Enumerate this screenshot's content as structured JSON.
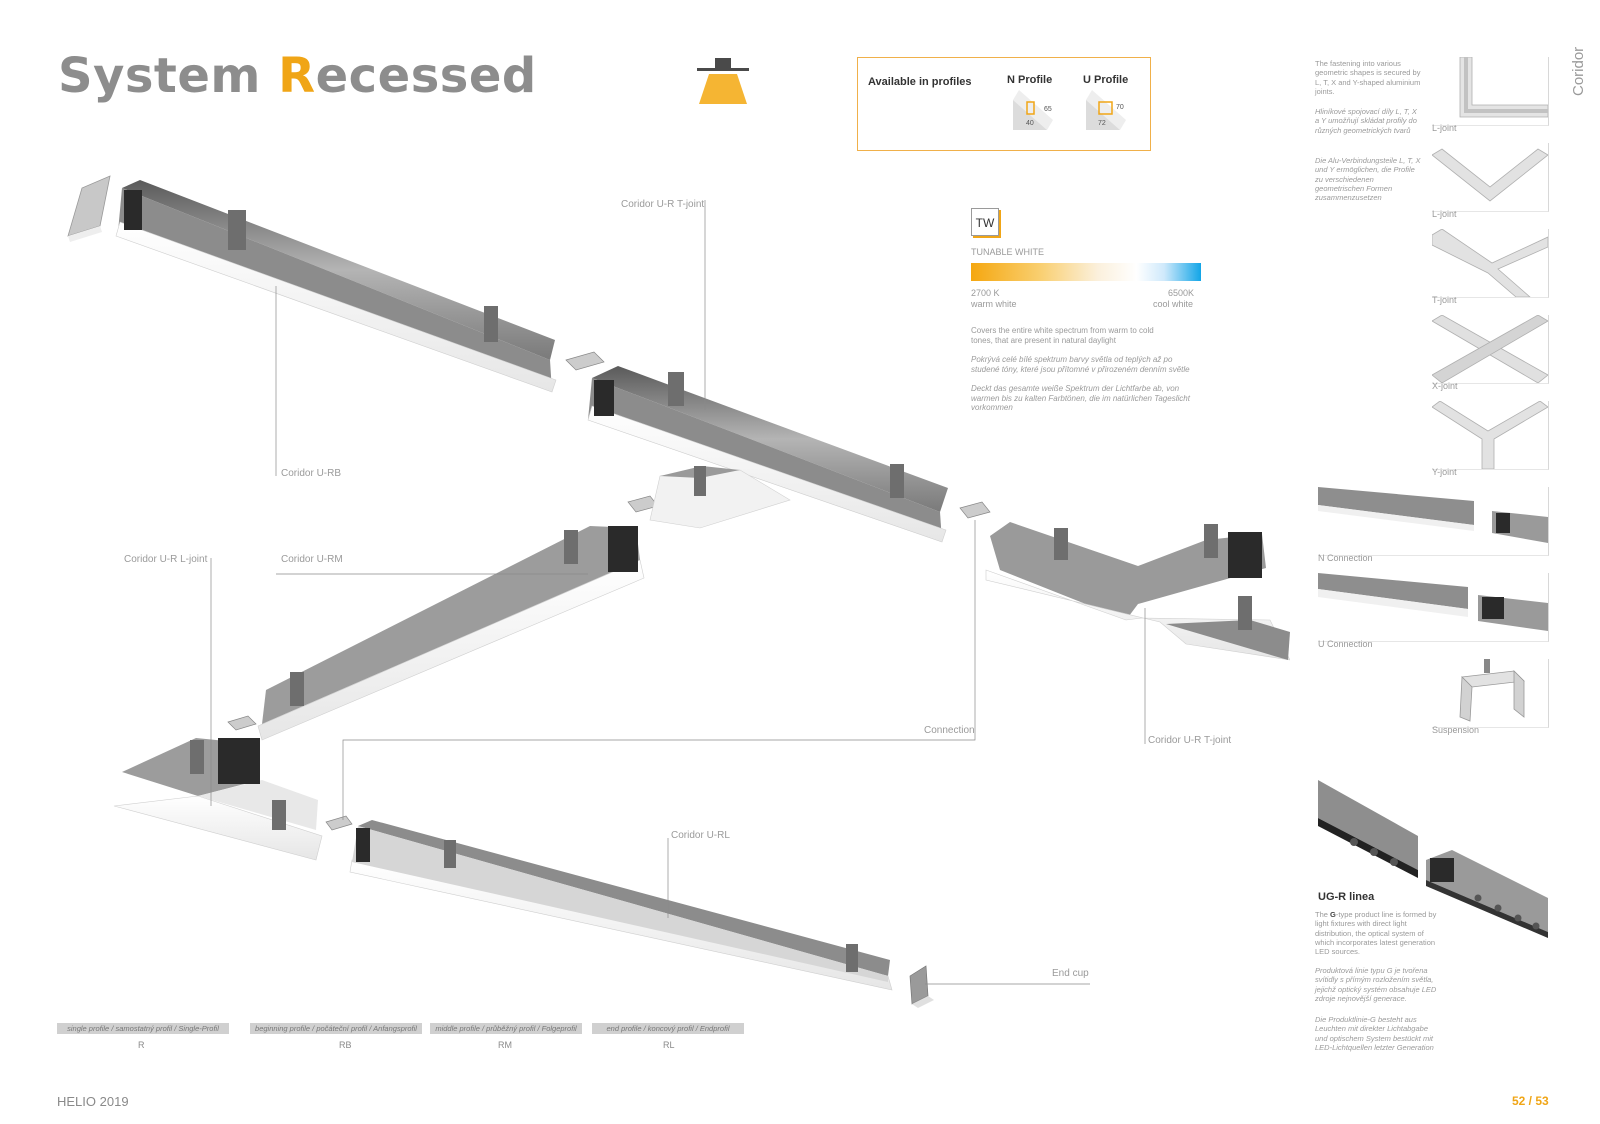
{
  "title": {
    "lead": "System ",
    "accent": "R",
    "rest": "ecessed"
  },
  "profiles": {
    "heading": "Available in profiles",
    "n": {
      "name": "N Profile",
      "h": "65",
      "w": "40"
    },
    "u": {
      "name": "U Profile",
      "h": "70",
      "w": "72"
    }
  },
  "tunable": {
    "badge": "TW",
    "heading": "TUNABLE WHITE",
    "left_k": "2700 K",
    "left_name": "warm white",
    "right_k": "6500K",
    "right_name": "cool white",
    "desc_en": "Covers the entire white spectrum from warm to cold tones, that are present in natural daylight",
    "desc_cz": "Pokrývá celé bílé spektrum barvy světla od teplých až po studené tóny, které jsou přítomné v přirozeném denním světle",
    "desc_de": "Deckt das gesamte weiße Spektrum der Lichtfarbe ab, von warmen bis zu kalten Farbtönen, die im natürlichen Tageslicht vorkommen"
  },
  "callouts": {
    "t_joint_top": "Coridor U-R T-joint",
    "rb": "Coridor U-RB",
    "l_joint": "Coridor U-R L-joint",
    "rm": "Coridor U-RM",
    "connection": "Connection",
    "t_joint_right": "Coridor U-R T-joint",
    "rl": "Coridor U-RL",
    "end_cup": "End cup"
  },
  "right_column": {
    "fastening_en": "The fastening into various geometric shapes is secured by L, T, X and Y-shaped aluminium joints.",
    "fastening_cz": "Hliníkové spojovací díly L, T, X a Y umožňují skládat profily do různých geometrických tvarů",
    "fastening_de": "Die Alu-Verbindungsteile L, T, X und Y ermöglichen, die Profile zu verschiedenen geometrischen Formen zusammenzusetzen",
    "thumbs": [
      "L-joint",
      "L-joint",
      "T-joint",
      "X-joint",
      "Y-joint",
      "N Connection",
      "U Connection",
      "Suspension"
    ],
    "ug_title": "UG-R linea",
    "ug_en_pre": "The ",
    "ug_en_bold": "G",
    "ug_en_post": "-type product line is formed by light fixtures with direct light distribution, the optical system of which incorporates latest generation LED sources.",
    "ug_cz": "Produktová linie typu G je tvořena svítidly s přímým rozložením světla, jejichž optický systém obsahuje LED zdroje nejnovější generace.",
    "ug_de": "Die Produktlinie-G besteht aus Leuchten mit direkter Lichtabgabe und optischem System bestückt mit LED-Lichtquellen letzter Generation"
  },
  "legend": [
    {
      "label": "single profile / samostatný profil / Single-Profil",
      "code": "R"
    },
    {
      "label": "beginning profile / počáteční profil / Anfangsprofil",
      "code": "RB"
    },
    {
      "label": "middle profile / průběžný profil / Folgeprofil",
      "code": "RM"
    },
    {
      "label": "end profile / koncový profil / Endprofil",
      "code": "RL"
    }
  ],
  "side_label": "Coridor",
  "footer": {
    "left": "HELIO 2019",
    "right": "52 / 53"
  }
}
